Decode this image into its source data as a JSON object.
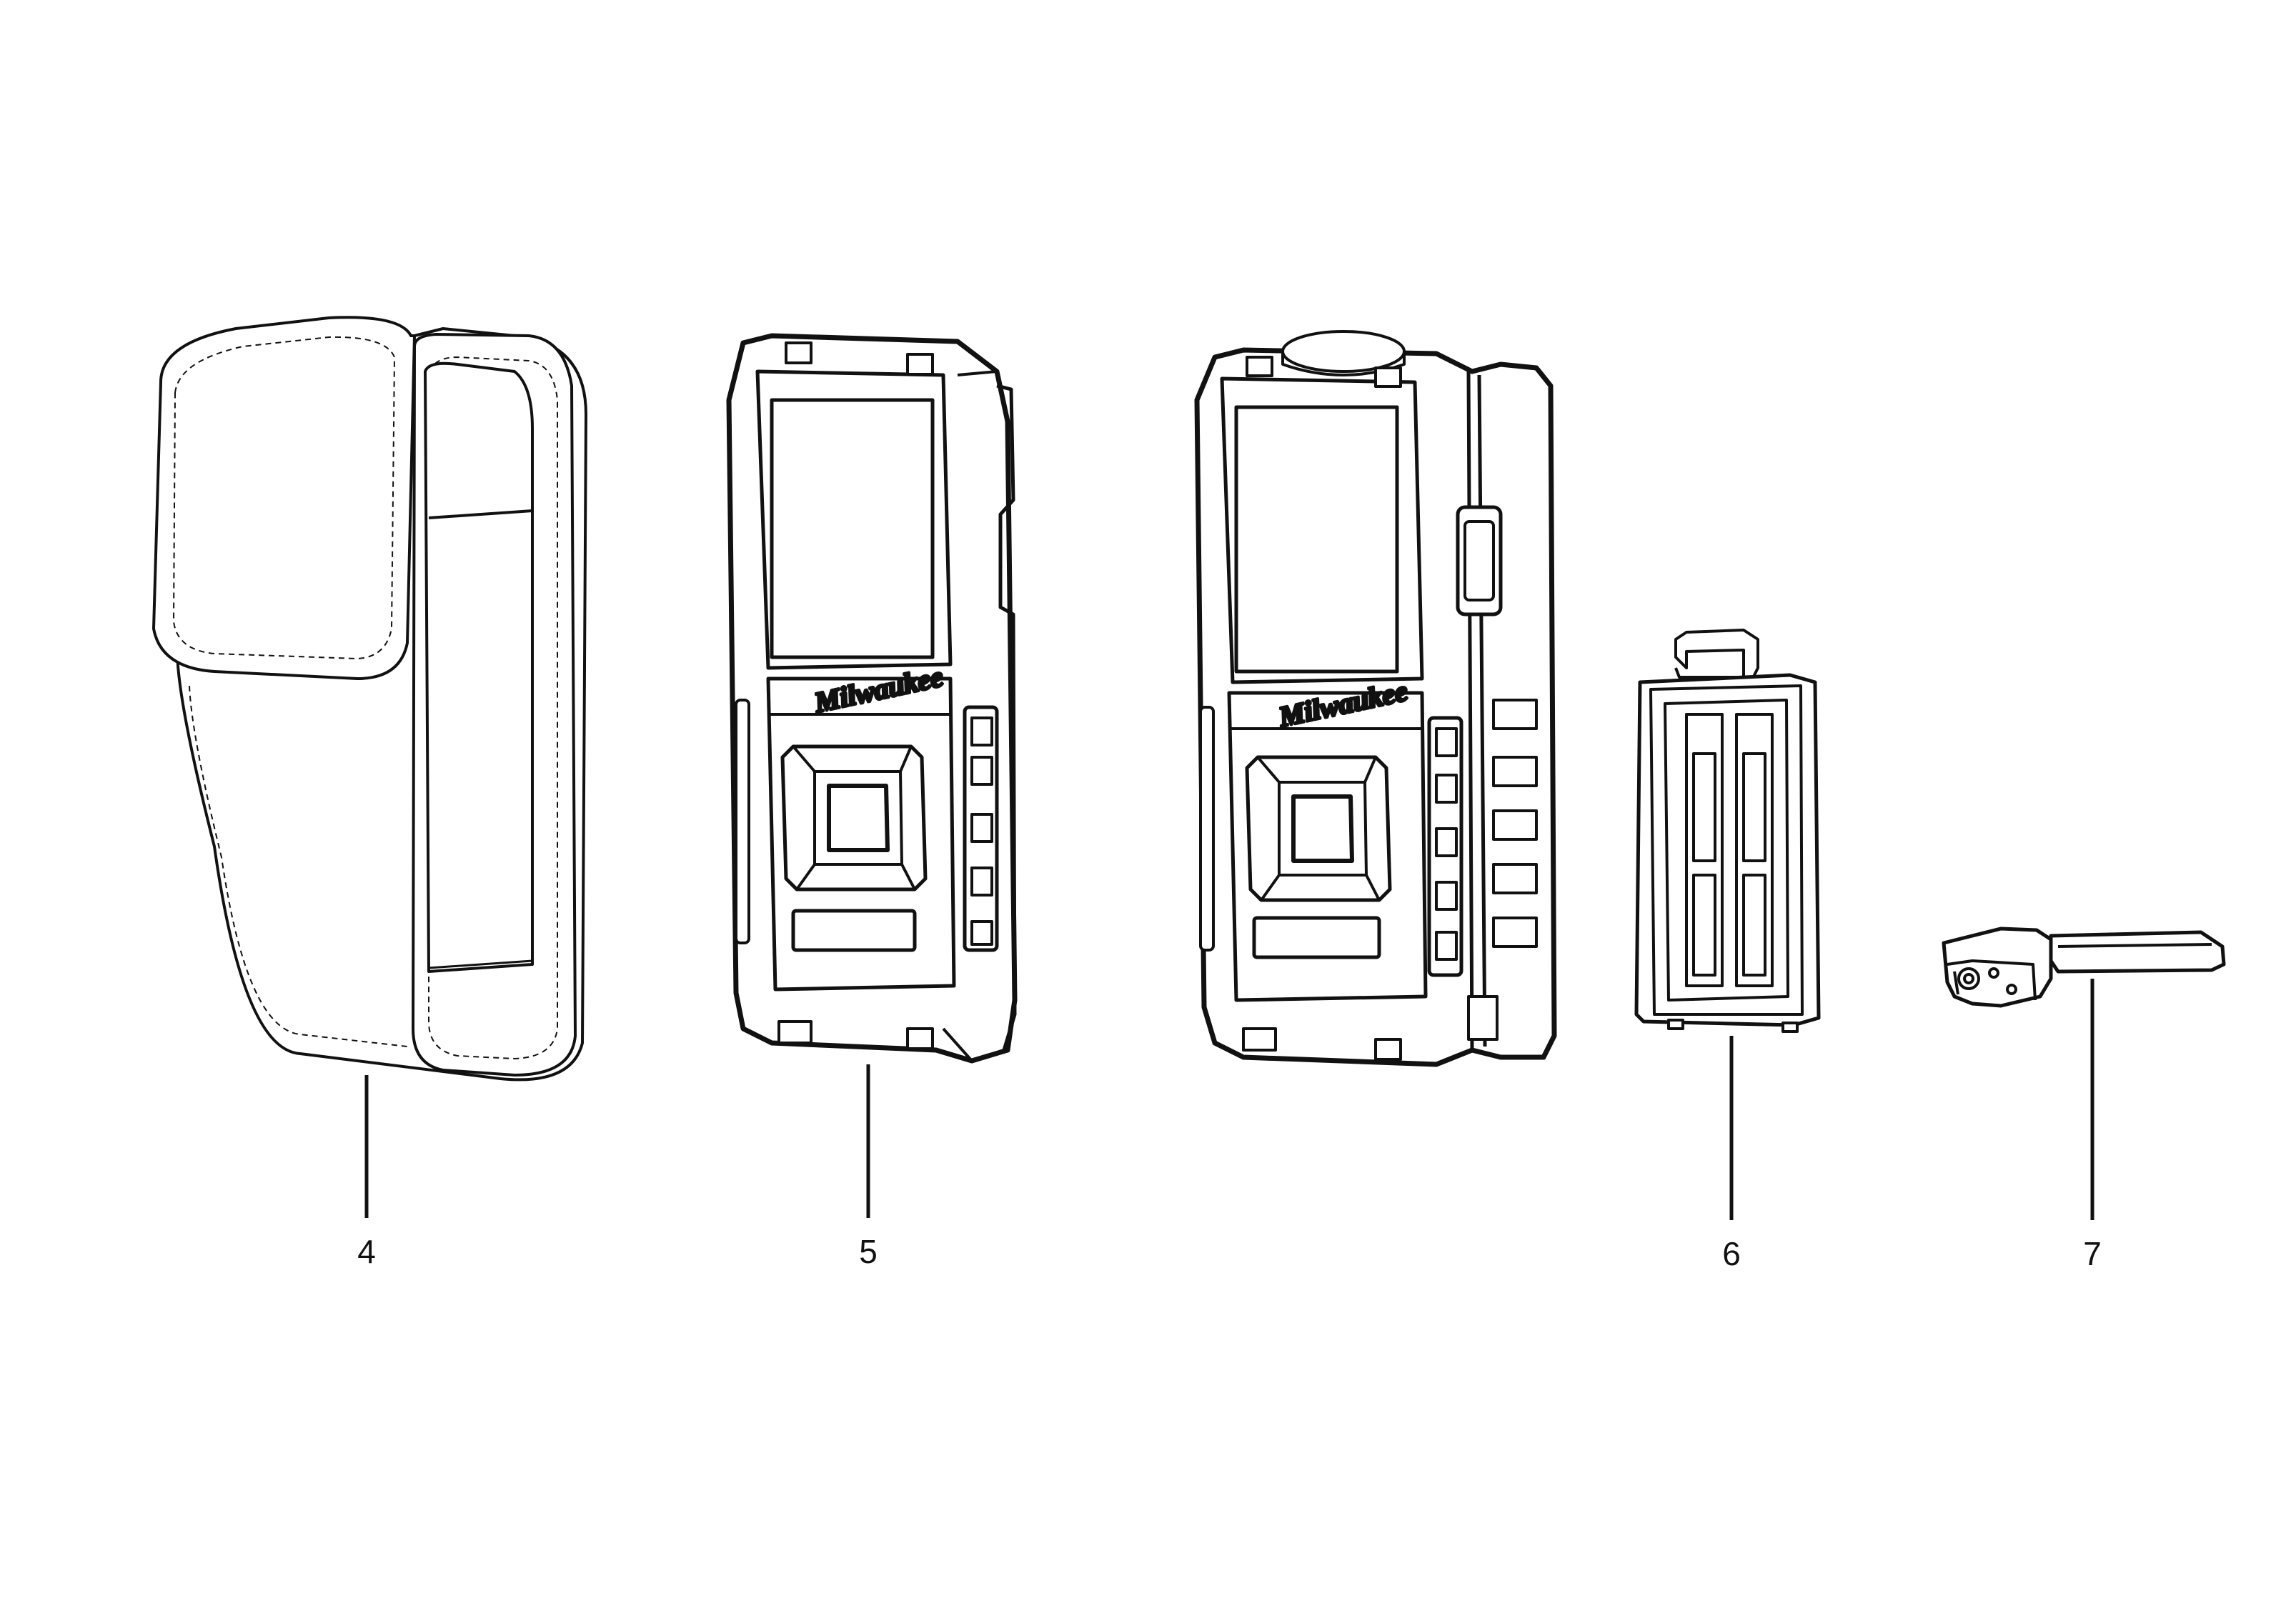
{
  "figure": {
    "parts": [
      {
        "id": "pouch",
        "label": "4",
        "icon": "belt-pouch-icon"
      },
      {
        "id": "rail",
        "label": "5",
        "icon": "protective-rail-icon"
      },
      {
        "id": "device",
        "icon": "laser-distance-meter-icon"
      },
      {
        "id": "battery-cover",
        "label": "6",
        "icon": "battery-cover-icon"
      },
      {
        "id": "bracket",
        "label": "7",
        "icon": "end-piece-bracket-icon"
      }
    ],
    "brand": "Milwaukee"
  }
}
